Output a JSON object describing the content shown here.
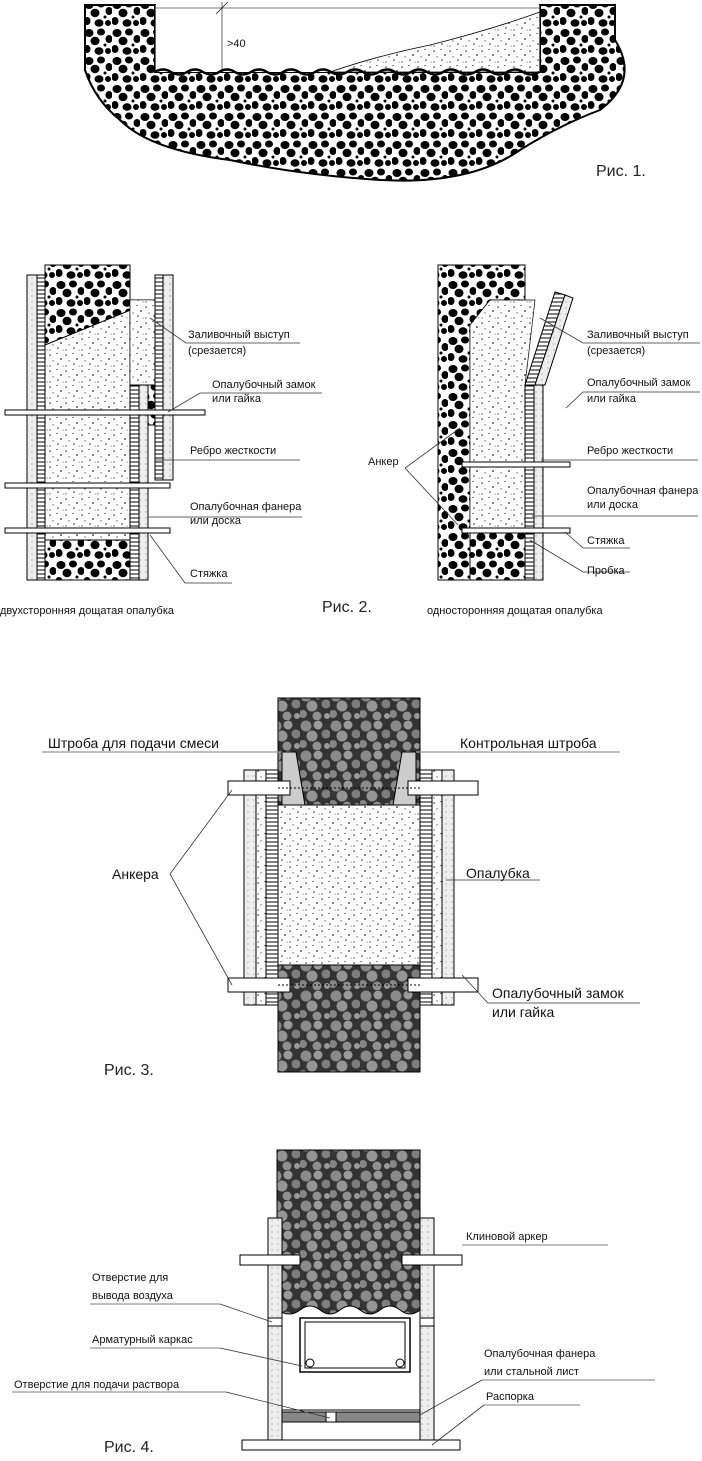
{
  "figure1": {
    "dimension": ">40",
    "caption": "Рис. 1."
  },
  "figure2": {
    "caption": "Рис. 2.",
    "left": {
      "title": "двухсторонняя дощатая опалубка",
      "labels": [
        "Заливочный выступ",
        "(срезается)",
        "Опалубочный замок",
        "или гайка",
        "Ребро жесткости",
        "Опалубочная фанера",
        "или доска",
        "Стяжка"
      ]
    },
    "right": {
      "title": "односторонняя дощатая опалубка",
      "labels": [
        "Заливочный выступ",
        "(срезается)",
        "Опалубочный замок",
        "или гайка",
        "Ребро жесткости",
        "Опалубочная фанера",
        "или доска",
        "Стяжка",
        "Пробка",
        "Анкер"
      ]
    }
  },
  "figure3": {
    "caption": "Рис. 3.",
    "labels": [
      "Штроба для подачи смеси",
      "Контрольная штроба",
      "Анкера",
      "Опалубка",
      "Опалубочный замок",
      "или гайка"
    ]
  },
  "figure4": {
    "caption": "Рис. 4.",
    "labels": [
      "Клиновой аркер",
      "Отверстие для",
      "вывода воздуха",
      "Арматурный каркас",
      "Опалубочная фанера",
      "или стальной лист",
      "Отверстие для подачи раствора",
      "Распорка"
    ]
  }
}
